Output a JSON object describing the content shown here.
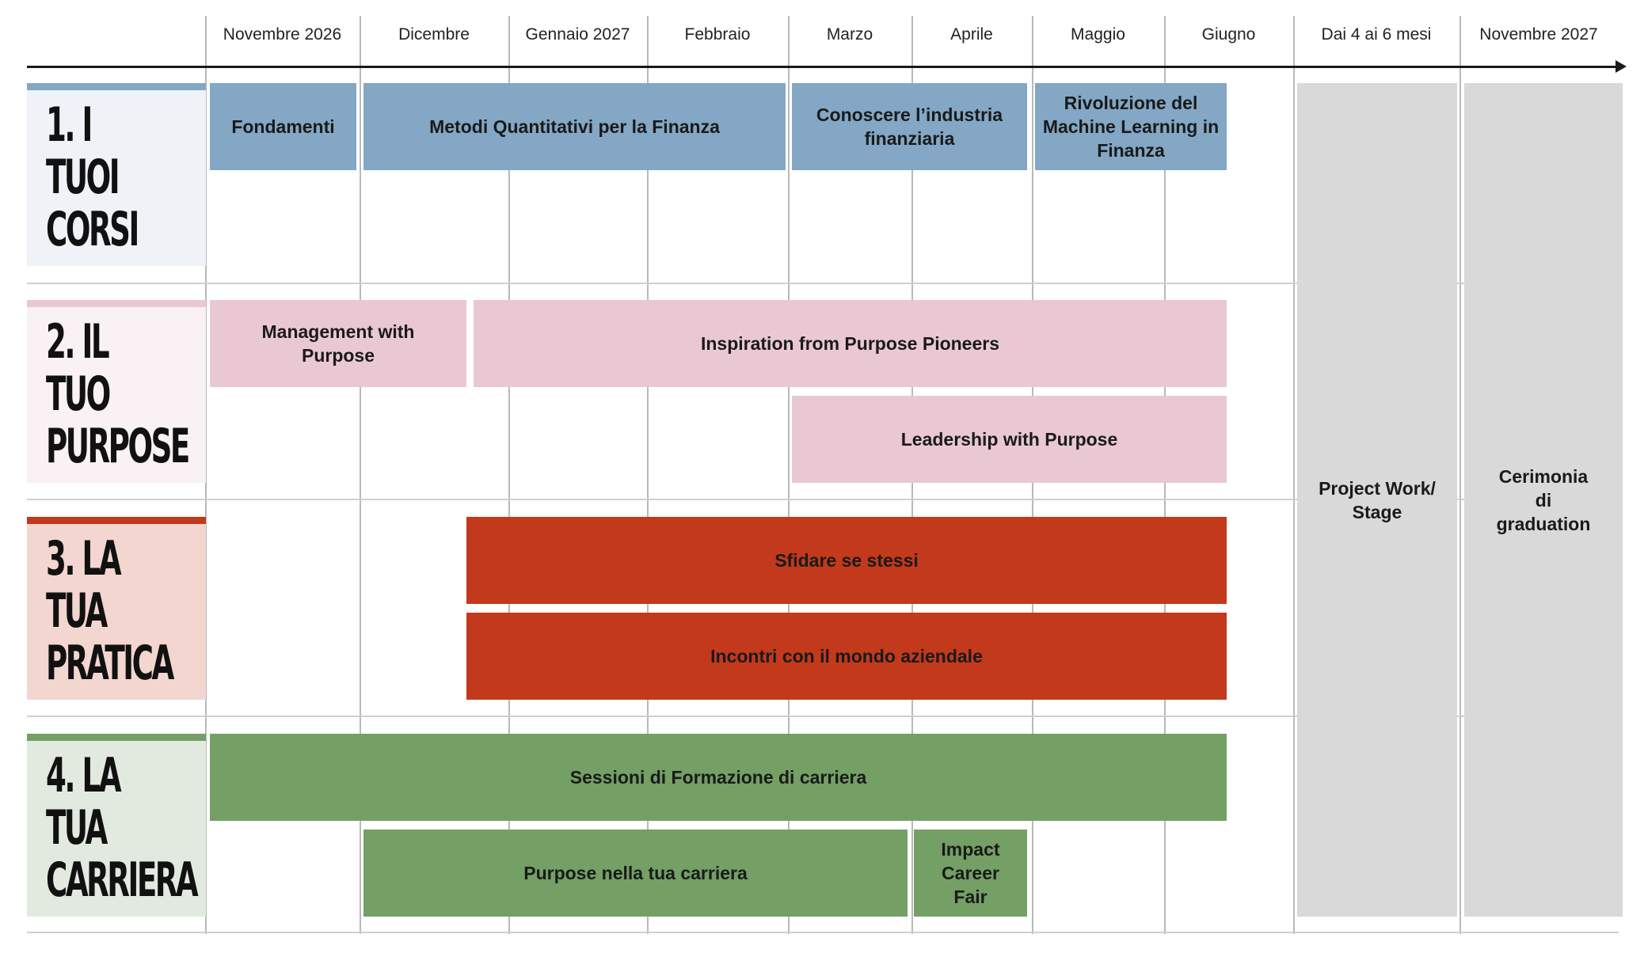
{
  "colors": {
    "courses": "#83a7c4",
    "purpose": "#e9c8d4",
    "practice": "#c2391c",
    "career": "#749f65",
    "final": "#d9d9d9"
  },
  "timeline": {
    "months": [
      "Novembre 2026",
      "Dicembre",
      "Gennaio 2027",
      "Febbraio",
      "Marzo",
      "Aprile",
      "Maggio",
      "Giugno",
      "Dai 4 ai 6 mesi",
      "Novembre 2027"
    ]
  },
  "sections": [
    {
      "title": "1. I TUOI\nCORSI",
      "color": "#83a7c4",
      "background": "#eff3f7"
    },
    {
      "title": "2. IL TUO\nPURPOSE",
      "color": "#e9c8d4",
      "background": "#f9f1f4"
    },
    {
      "title": "3. LA TUA\nPRATICA",
      "color": "#c2391c",
      "background": "#f3d6cf"
    },
    {
      "title": "4. LA TUA\nCARRIERA",
      "color": "#749f65",
      "background": "#e2eadf"
    }
  ],
  "activities": {
    "fondamenti": "Fondamenti",
    "metodi": "Metodi Quantitativi per la Finanza",
    "industria": "Conoscere l’industria finanziaria",
    "machine_learning": "Rivoluzione del Machine Learning in Finanza",
    "management": "Management with Purpose",
    "inspiration": "Inspiration from Purpose Pioneers",
    "leadership": "Leadership with Purpose",
    "sfidare": "Sfidare se stessi",
    "incontri": "Incontri con il mondo aziendale",
    "sessioni": "Sessioni di Formazione di carriera",
    "purpose_carriera": "Purpose nella tua carriera",
    "career_fair": "Impact Career Fair",
    "project_work": "Project Work/ Stage",
    "graduation": "Cerimonia di graduation"
  }
}
